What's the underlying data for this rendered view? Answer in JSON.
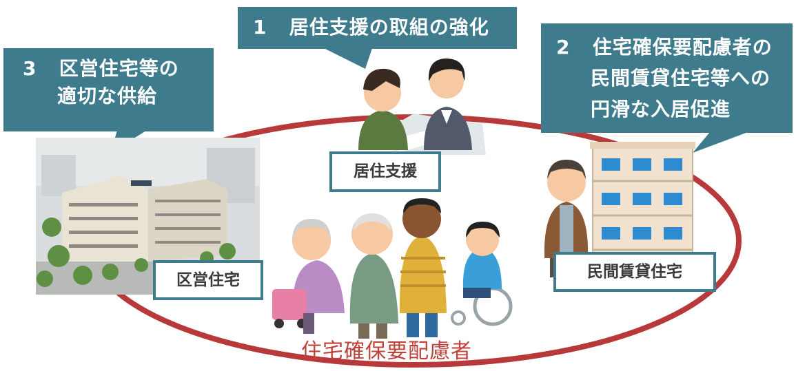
{
  "callouts": {
    "support": {
      "number": "1",
      "text": "居住支援の取組の強化"
    },
    "private": {
      "number": "2",
      "lines": [
        "住宅確保要配慮者の",
        "民間賃貸住宅等への",
        "円滑な入居促進"
      ]
    },
    "ward": {
      "number": "3",
      "lines": [
        "区営住宅等の",
        "適切な供給"
      ]
    }
  },
  "labels": {
    "support": "居住支援",
    "ward": "区営住宅",
    "private": "民間賃貸住宅"
  },
  "center_title": "住宅確保要配慮者",
  "colors": {
    "accent": "#3e7b8c",
    "ellipse": "#b8393a",
    "title": "#c0413a"
  }
}
